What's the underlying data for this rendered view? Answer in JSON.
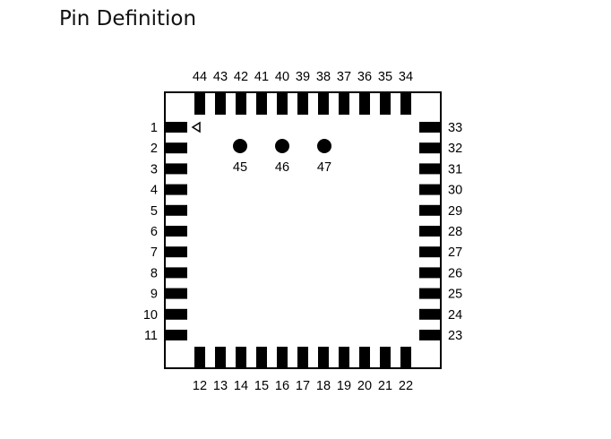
{
  "page": {
    "title": "Pin Definition"
  },
  "package": {
    "body_stroke": "#000000",
    "pad_color": "#000000",
    "pin1_marker_icon": "triangle-left-outline-icon",
    "left_pins": [
      "1",
      "2",
      "3",
      "4",
      "5",
      "6",
      "7",
      "8",
      "9",
      "10",
      "11"
    ],
    "bottom_pins": [
      "12",
      "13",
      "14",
      "15",
      "16",
      "17",
      "18",
      "19",
      "20",
      "21",
      "22"
    ],
    "right_pins": [
      "23",
      "24",
      "25",
      "26",
      "27",
      "28",
      "29",
      "30",
      "31",
      "32",
      "33"
    ],
    "top_pins": [
      "34",
      "35",
      "36",
      "37",
      "38",
      "39",
      "40",
      "41",
      "42",
      "43",
      "44"
    ],
    "center_pads": [
      "45",
      "46",
      "47"
    ]
  }
}
